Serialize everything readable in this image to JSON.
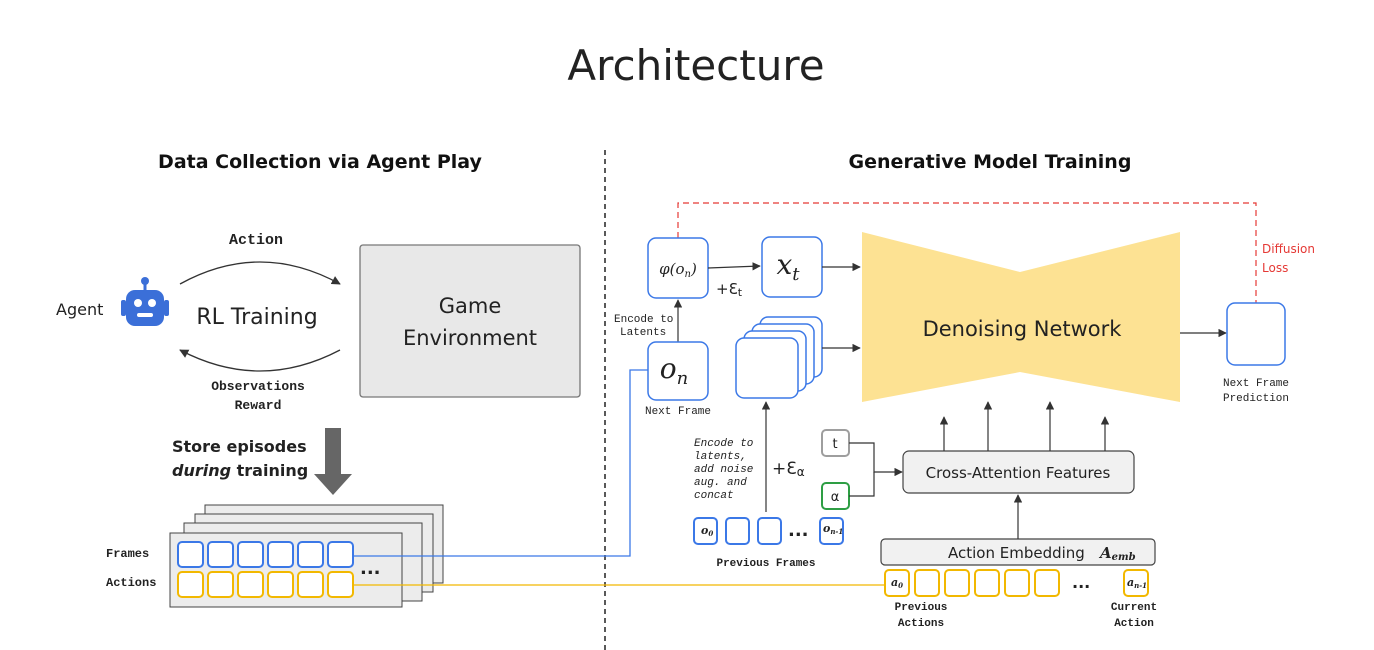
{
  "title": "Architecture",
  "left": {
    "heading": "Data Collection via Agent Play",
    "agent": "Agent",
    "action": "Action",
    "rl_training": "RL Training",
    "observations": "Observations",
    "reward": "Reward",
    "game_env_line1": "Game",
    "game_env_line2": "Environment",
    "store_line1": "Store episodes",
    "store_line2_em": "during",
    "store_line2_rest": "training",
    "frames": "Frames",
    "actions": "Actions",
    "ellipsis": "..."
  },
  "right": {
    "heading": "Generative Model Training",
    "phi": "φ(o",
    "phi_sub": "n",
    "phi_close": ")",
    "eps_t": "+Ɛ",
    "eps_t_sub": "t",
    "xt": "x",
    "xt_sub": "t",
    "on": "o",
    "on_sub": "n",
    "encode_to": "Encode to",
    "latents": "Latents",
    "next_frame": "Next Frame",
    "denoising": "Denoising Network",
    "diffusion": "Diffusion",
    "loss": "Loss",
    "next_frame_pred_1": "Next Frame",
    "next_frame_pred_2": "Prediction",
    "encode_note": [
      "Encode to",
      "latents,",
      "add noise",
      "aug. and",
      "concat"
    ],
    "eps_alpha": "+Ɛ",
    "eps_alpha_sub": "α",
    "t_box": "t",
    "alpha_box": "α",
    "cross_attention": "Cross-Attention Features",
    "action_embedding": "Action Embedding",
    "a_emb": "A",
    "a_emb_sub": "emb",
    "o0": "o",
    "o0_sub": "0",
    "on1": "o",
    "on1_sub": "n-1",
    "prev_frames": "Previous Frames",
    "a0": "a",
    "a0_sub": "0",
    "an1": "a",
    "an1_sub": "n-1",
    "prev_actions_1": "Previous",
    "prev_actions_2": "Actions",
    "current_action_1": "Current",
    "current_action_2": "Action",
    "dots": "..."
  },
  "colors": {
    "frames_blue": "#3b78e7",
    "actions_yellow": "#f2b800",
    "network_yellow": "#fde293",
    "diffusion_red": "#e53935",
    "alpha_green": "#2e9e44",
    "t_gray": "#9e9e9e",
    "robot_blue": "#3b6fd8"
  }
}
